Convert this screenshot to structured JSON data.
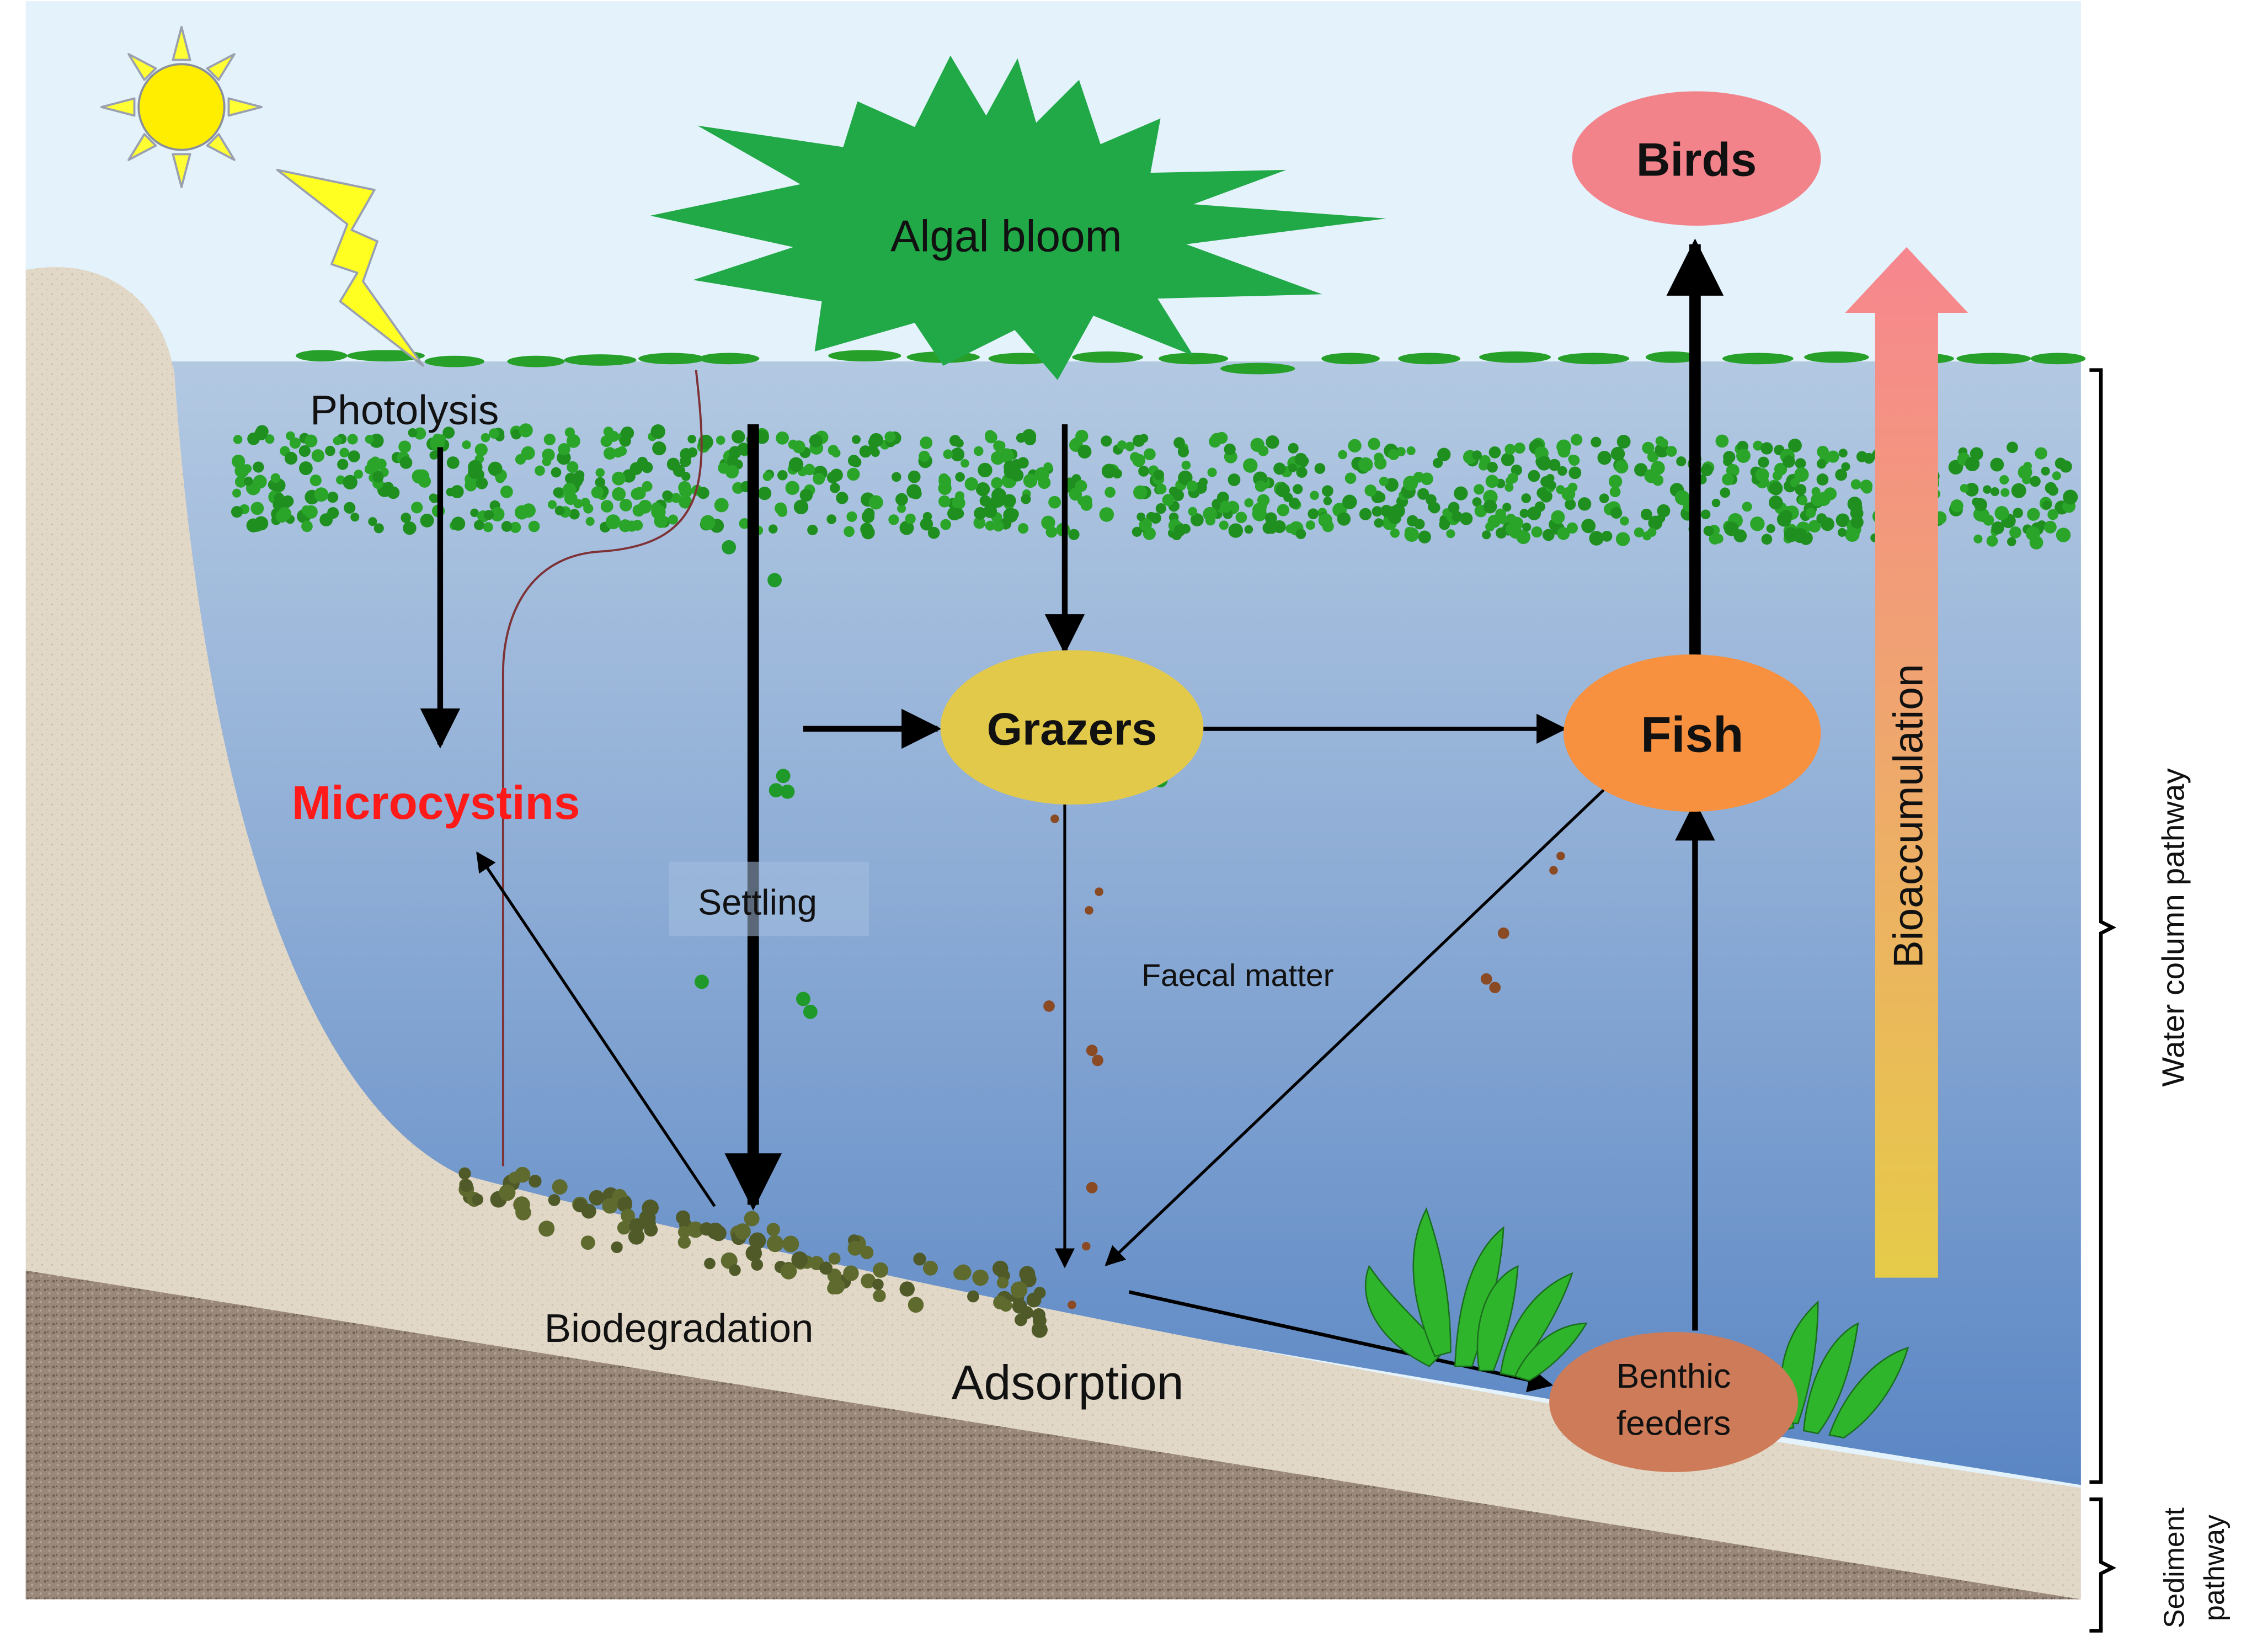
{
  "labels": {
    "algal_bloom": "Algal bloom",
    "photolysis": "Photolysis",
    "microcystins": "Microcystins",
    "settling": "Settling",
    "grazers": "Grazers",
    "fish": "Fish",
    "birds": "Birds",
    "faecal_matter": "Faecal matter",
    "biodegradation": "Biodegradation",
    "adsorption": "Adsorption",
    "benthic_line1": "Benthic",
    "benthic_line2": "feeders",
    "bioaccumulation": "Bioaccumulation",
    "water_column_pathway": "Water column pathway",
    "sediment_line1": "Sediment",
    "sediment_line2": "pathway"
  },
  "colors": {
    "sky": "#e3f2fb",
    "water_top": "#b5cbe3",
    "water_bottom": "#5c88c5",
    "algae": "#1f8f1f",
    "bloom": "#22a846",
    "microcystins": "#ff1a1a",
    "grazers": "#e2c94a",
    "fish": "#f8913f",
    "birds": "#f08186",
    "benthic": "#cd7b58",
    "sand": "#e0d6c6",
    "sediment": "#9b8a7c",
    "bioaccumulation_top": "#f78a92",
    "bioaccumulation_bottom": "#e7c94a"
  },
  "icons": [
    "sun-icon",
    "lightning-icon",
    "seaweed-icon"
  ]
}
